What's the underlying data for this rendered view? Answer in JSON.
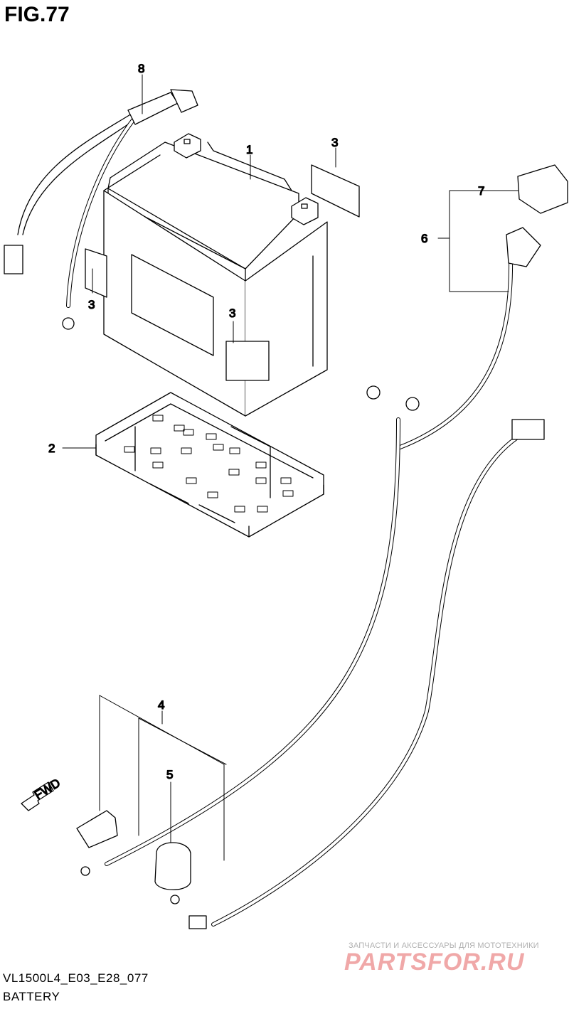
{
  "figure": {
    "title": "FIG.77",
    "model_code": "VL1500L4_E03_E28_077",
    "group_name": "BATTERY"
  },
  "callouts": [
    "1",
    "2",
    "3",
    "3",
    "3",
    "3",
    "4",
    "5",
    "6",
    "7",
    "8"
  ],
  "fwd_label": "FWD",
  "watermark": {
    "subtitle": "ЗАПЧАСТИ И АКСЕССУАРЫ ДЛЯ МОТОТЕХНИКИ",
    "brand": "PARTSFOR.RU"
  }
}
